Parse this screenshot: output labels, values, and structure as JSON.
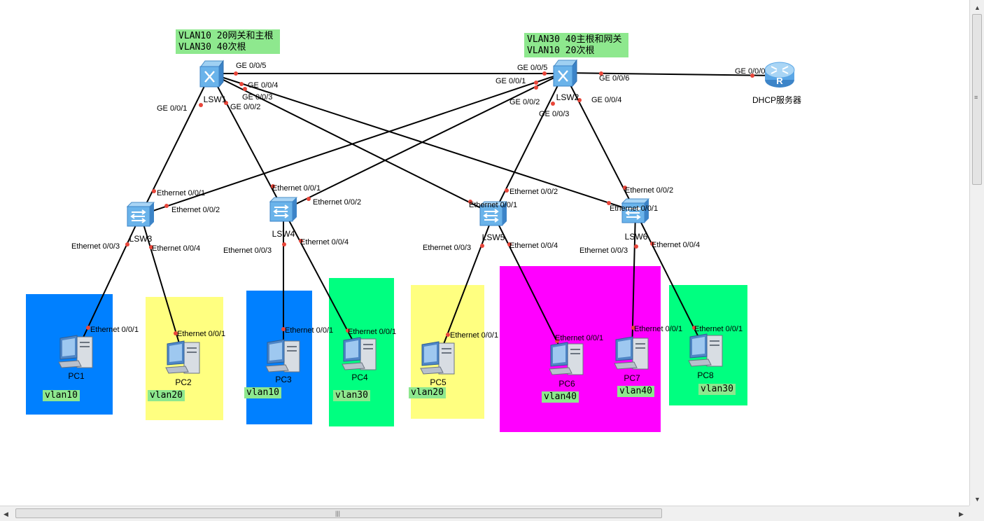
{
  "notes": {
    "lsw1": "VLAN10 20网关和主根\nVLAN30 40次根",
    "lsw2": "VLAN30 40主根和网关\nVLAN10 20次根"
  },
  "devices": {
    "lsw1": "LSW1",
    "lsw2": "LSW2",
    "lsw3": "LSW3",
    "lsw4": "LSW4",
    "lsw5": "LSW5",
    "lsw6": "LSW6",
    "dhcp": "DHCP服务器",
    "pc1": "PC1",
    "pc2": "PC2",
    "pc3": "PC3",
    "pc4": "PC4",
    "pc5": "PC5",
    "pc6": "PC6",
    "pc7": "PC7",
    "pc8": "PC8"
  },
  "vlan_tags": {
    "pc1": "vlan10",
    "pc2": "vlan20",
    "pc3": "vlan10",
    "pc4": "vlan30",
    "pc5": "vlan20",
    "pc6": "vlan40",
    "pc7": "vlan40",
    "pc8": "vlan30"
  },
  "ports": {
    "lsw1_g005": "GE 0/0/5",
    "lsw1_g004": "GE 0/0/4",
    "lsw1_g003": "GE 0/0/3",
    "lsw1_g002": "GE 0/0/2",
    "lsw1_g001": "GE 0/0/1",
    "lsw2_g005": "GE 0/0/5",
    "lsw2_g001": "GE 0/0/1",
    "lsw2_g002": "GE 0/0/2",
    "lsw2_g003": "GE 0/0/3",
    "lsw2_g004": "GE 0/0/4",
    "lsw2_g006": "GE 0/0/6",
    "dhcp_g000": "GE 0/0/0",
    "lsw3_e001": "Ethernet 0/0/1",
    "lsw3_e002": "Ethernet 0/0/2",
    "lsw3_e003": "Ethernet 0/0/3",
    "lsw3_e004": "Ethernet 0/0/4",
    "lsw4_e001": "Ethernet 0/0/1",
    "lsw4_e002": "Ethernet 0/0/2",
    "lsw4_e003": "Ethernet 0/0/3",
    "lsw4_e004": "Ethernet 0/0/4",
    "lsw5_e002": "Ethernet 0/0/2",
    "lsw5_e001": "Ethernet 0/0/1",
    "lsw5_e003": "Ethernet 0/0/3",
    "lsw5_e004": "Ethernet 0/0/4",
    "lsw6_e002": "Ethernet 0/0/2",
    "lsw6_e001": "Ethernet 0/0/1",
    "lsw6_e003": "Ethernet 0/0/3",
    "lsw6_e004": "Ethernet 0/0/4",
    "pc1_e001": "Ethernet 0/0/1",
    "pc2_e001": "Ethernet 0/0/1",
    "pc3_e001": "Ethernet 0/0/1",
    "pc4_e001": "Ethernet 0/0/1",
    "pc5_e001": "Ethernet 0/0/1",
    "pc6_e001": "Ethernet 0/0/1",
    "pc7_e001": "Ethernet 0/0/1",
    "pc8_e001": "Ethernet 0/0/1"
  },
  "colors": {
    "vlan10": "#0080ff",
    "vlan20": "#ffff80",
    "vlan30": "#00ff80",
    "vlan40": "#ff00ff",
    "note_bg": "#8ee88e",
    "port_dot": "#e8463a"
  }
}
